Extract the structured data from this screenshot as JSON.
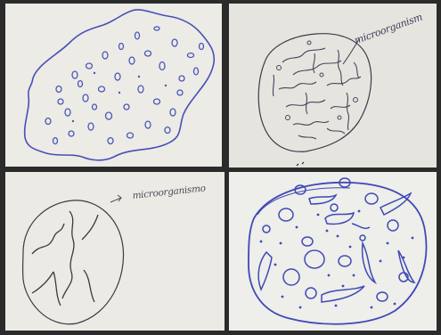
{
  "panels": [
    {
      "id": "top-left",
      "label": ""
    },
    {
      "id": "top-right",
      "label": "microorganism"
    },
    {
      "id": "bottom-left",
      "label": "microorganismo"
    },
    {
      "id": "bottom-right",
      "label": ""
    }
  ],
  "colors": {
    "ink_blue": "#4650b4",
    "ink_pencil": "#3c3c4a",
    "paper": "#ecebe6"
  }
}
